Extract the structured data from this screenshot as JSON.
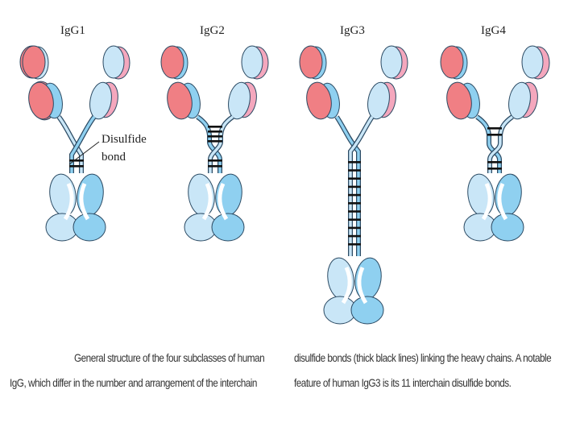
{
  "subclasses": [
    {
      "label": "IgG1"
    },
    {
      "label": "IgG2"
    },
    {
      "label": "IgG3"
    },
    {
      "label": "IgG4"
    }
  ],
  "callout": {
    "line1": "Disulfide",
    "line2": "bond"
  },
  "caption": {
    "left_line1": "General structure of the four subclasses of human",
    "left_line2": "IgG, which differ in the number and arrangement of the interchain",
    "right_line1": "disulfide bonds (thick black lines) linking the heavy chains. A notable",
    "right_line2": "feature of human IgG3 is its 11 interchain disulfide bonds."
  },
  "colors": {
    "light_chain_outer": "#f07f84",
    "light_chain_inner": "#f4a7bd",
    "heavy_chain_light": "#c9e6f7",
    "heavy_chain_mid": "#8fd0f0",
    "outline": "#2b4a63",
    "bond": "#111111"
  }
}
